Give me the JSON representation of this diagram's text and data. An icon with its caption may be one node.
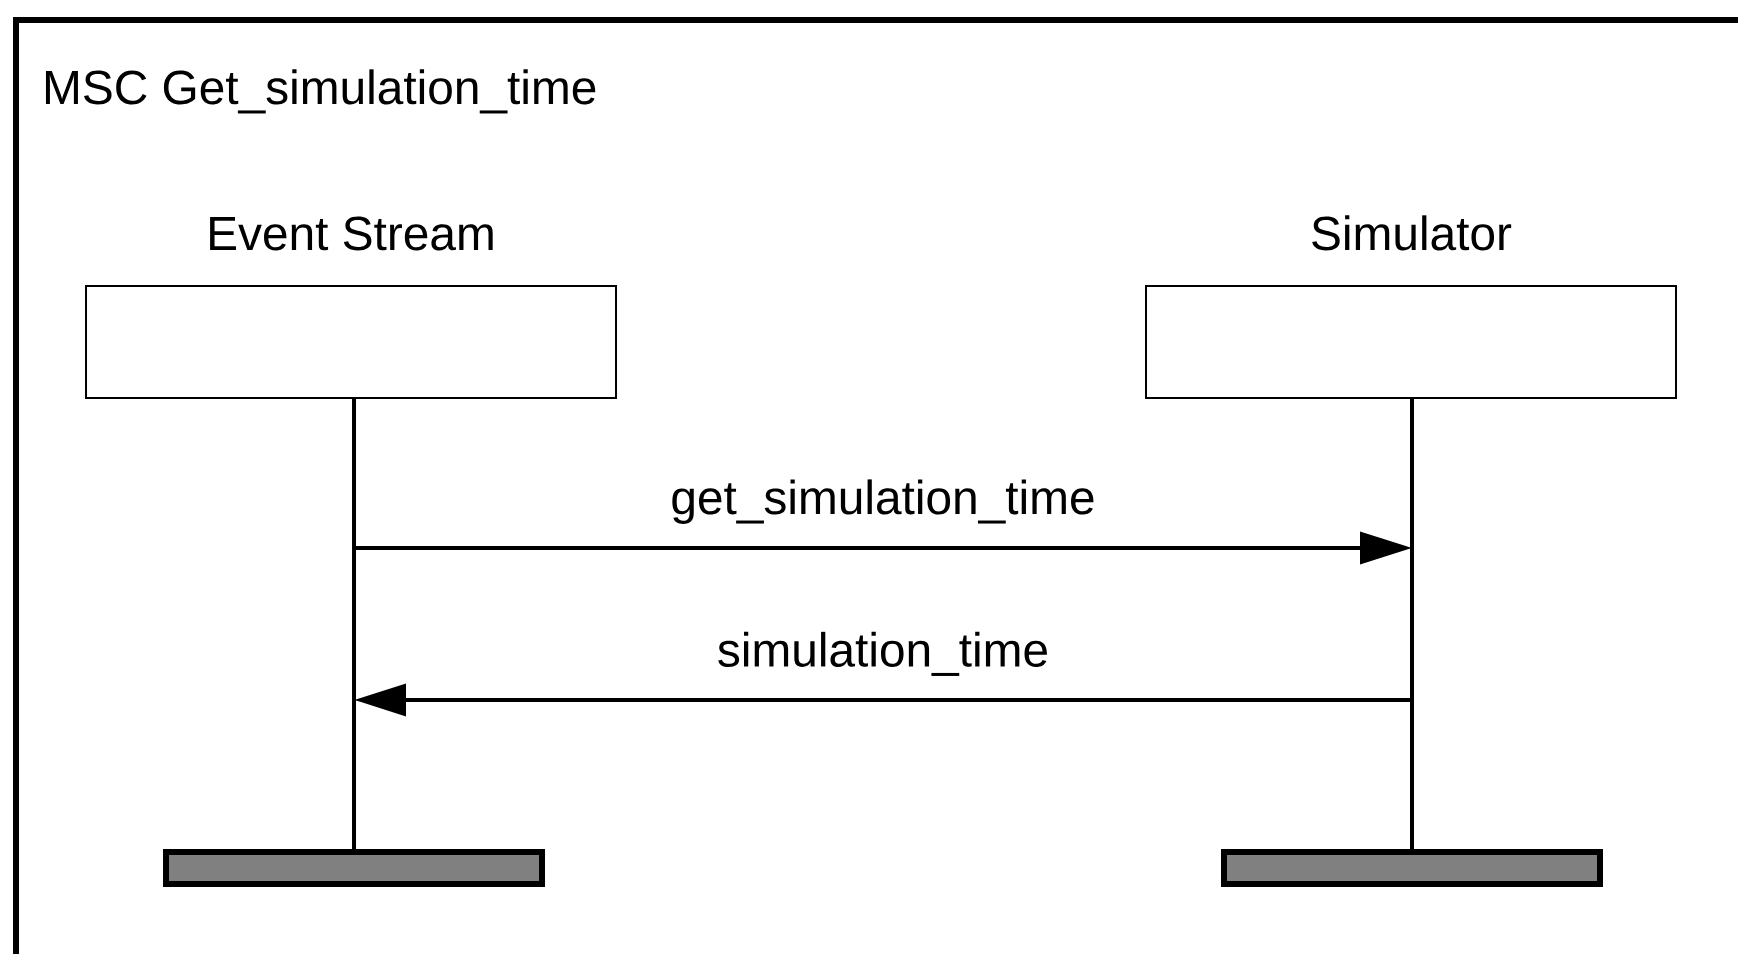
{
  "diagram": {
    "title": "MSC Get_simulation_time",
    "nodes": [
      {
        "text": [
          "Event Stream"
        ]
      },
      {
        "text": [
          "Simulator"
        ]
      }
    ],
    "edges": [
      {
        "from": 0,
        "to": 1,
        "arrow": "to",
        "label": "get_simulation_time"
      },
      {
        "from": 1,
        "to": 0,
        "arrow": "to",
        "label": "simulation_time"
      }
    ]
  }
}
